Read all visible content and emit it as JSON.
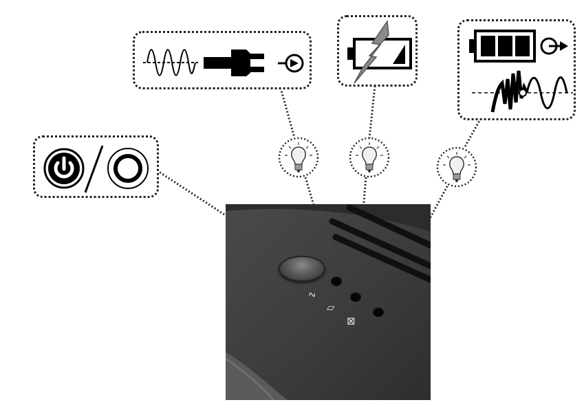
{
  "diagram": {
    "callouts": [
      {
        "id": "power",
        "icons": [
          "power-on-icon",
          "power-off-icon"
        ]
      },
      {
        "id": "mains",
        "icons": [
          "sine-wave-icon",
          "power-plug-icon",
          "output-arrow-icon"
        ]
      },
      {
        "id": "battery-fault",
        "icons": [
          "battery-fault-icon"
        ]
      },
      {
        "id": "battery-mode",
        "icons": [
          "battery-full-icon",
          "output-arrow-icon",
          "distorted-wave-icon"
        ]
      }
    ],
    "indicators": [
      "bulb-icon",
      "bulb-icon",
      "bulb-icon"
    ]
  },
  "colors": {
    "device_body": "#3e3e3e",
    "led": "#050505",
    "callout_border": "#222222"
  }
}
